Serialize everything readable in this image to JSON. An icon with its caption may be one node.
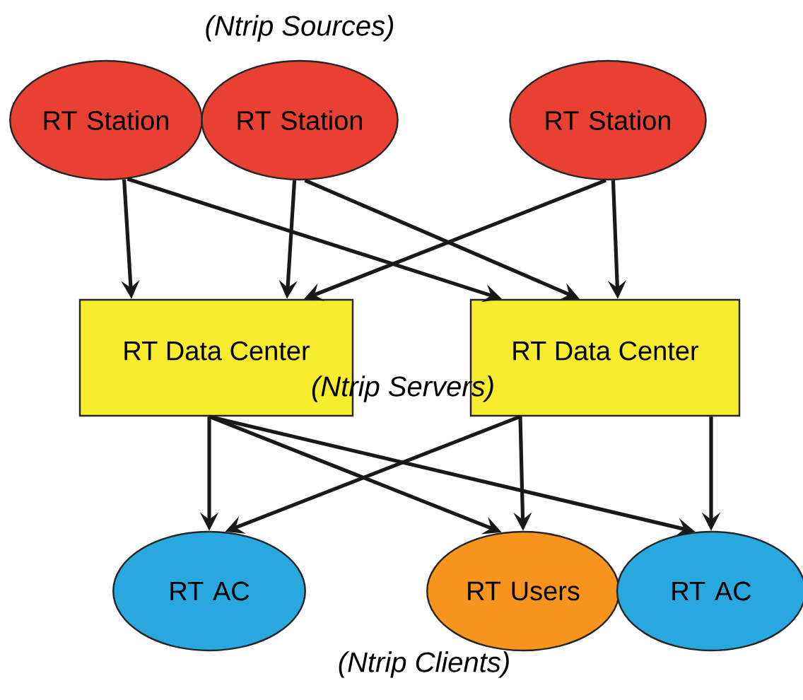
{
  "diagram": {
    "nodes": [
      {
        "text": [
          "RT Station"
        ]
      },
      {
        "text": [
          "RT Station"
        ]
      },
      {
        "text": [
          "RT Station"
        ]
      },
      {
        "text": [
          "RT Data Center"
        ]
      },
      {
        "text": [
          "RT Data Center"
        ]
      },
      {
        "text": [
          "RT AC"
        ]
      },
      {
        "text": [
          "RT Users"
        ]
      },
      {
        "text": [
          "RT AC"
        ]
      }
    ],
    "edges": [
      {
        "from": 0,
        "to": 3,
        "arrow": "to"
      },
      {
        "from": 0,
        "to": 4,
        "arrow": "to"
      },
      {
        "from": 1,
        "to": 3,
        "arrow": "to"
      },
      {
        "from": 1,
        "to": 4,
        "arrow": "to"
      },
      {
        "from": 2,
        "to": 3,
        "arrow": "to"
      },
      {
        "from": 2,
        "to": 4,
        "arrow": "to"
      },
      {
        "from": 3,
        "to": 5,
        "arrow": "to"
      },
      {
        "from": 3,
        "to": 6,
        "arrow": "to"
      },
      {
        "from": 3,
        "to": 7,
        "arrow": "to"
      },
      {
        "from": 4,
        "to": 5,
        "arrow": "to"
      },
      {
        "from": 4,
        "to": 6,
        "arrow": "to"
      },
      {
        "from": 4,
        "to": 7,
        "arrow": "to"
      }
    ],
    "labels": [
      "(Ntrip Sources)",
      "(Ntrip Servers)",
      "(Ntrip Clients)"
    ]
  }
}
